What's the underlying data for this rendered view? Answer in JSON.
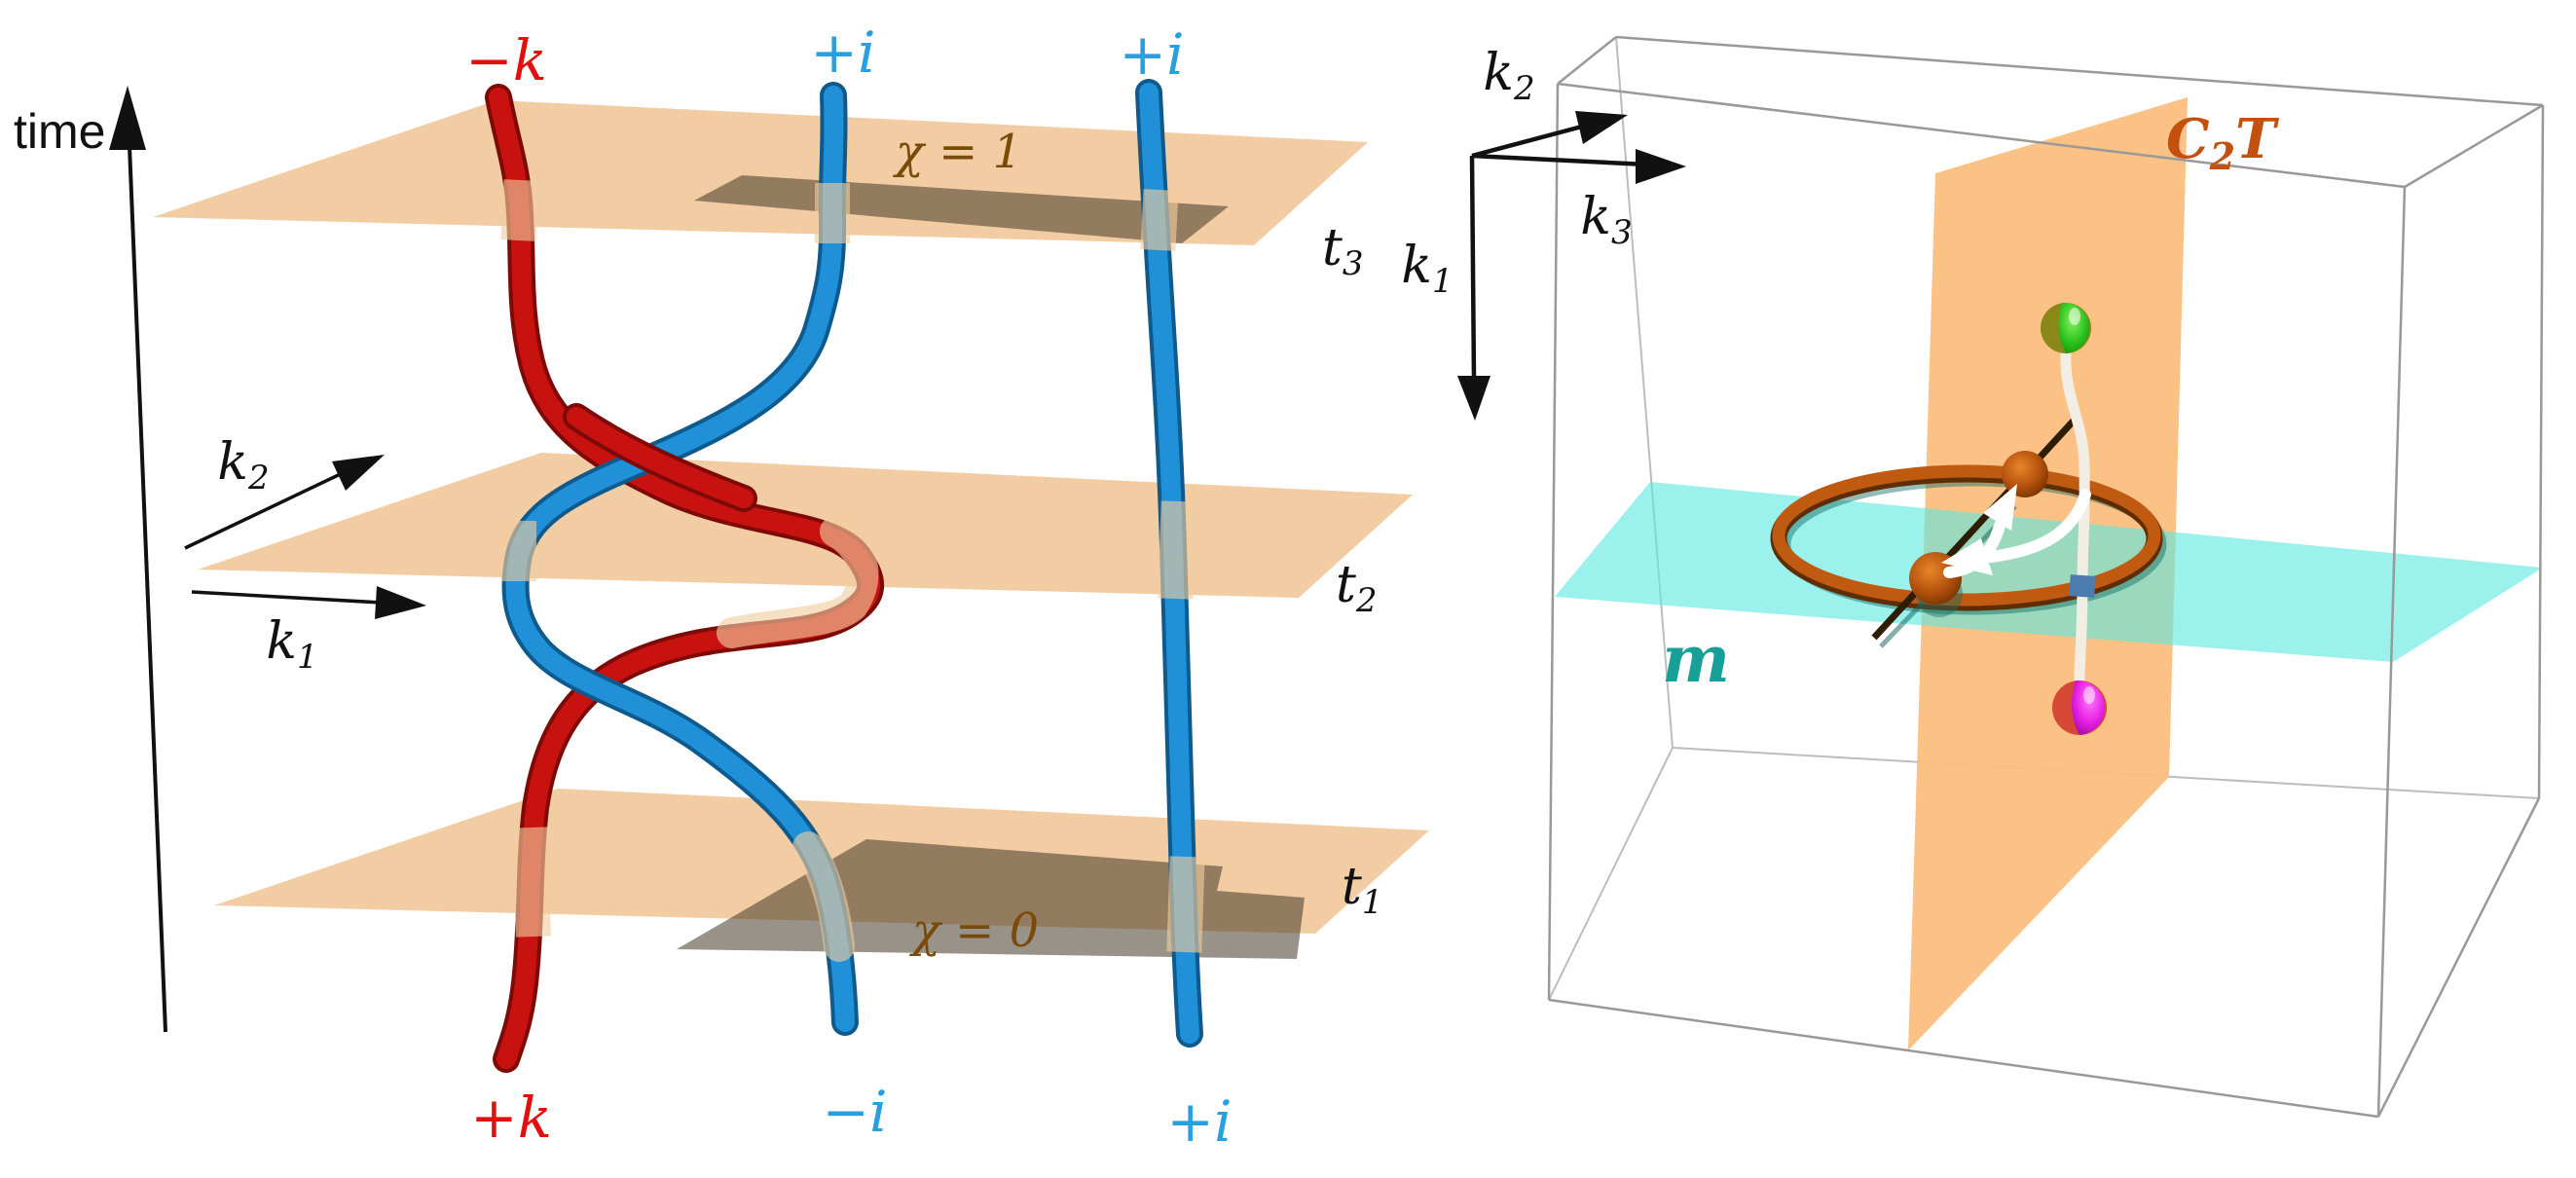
{
  "figure": {
    "description": "Two-panel physics figure: braiding of band nodes in (k1,k2,t) space and a 3D Brillouin-zone cube with nodal ring, C2T plane and mirror plane m"
  },
  "left_panel": {
    "time_axis": {
      "label": "time"
    },
    "axes": {
      "k1": {
        "base": "k",
        "sub": "1"
      },
      "k2": {
        "base": "k",
        "sub": "2"
      }
    },
    "time_slices": {
      "t3": {
        "base": "t",
        "sub": "3"
      },
      "t2": {
        "base": "t",
        "sub": "2"
      },
      "t1": {
        "base": "t",
        "sub": "1"
      }
    },
    "chi_labels": {
      "top": "χ = 1",
      "bottom": "χ = 0"
    },
    "strand_labels": {
      "red_top": "−k",
      "red_bottom": "+k",
      "middle_top": "+i",
      "middle_bottom": "−i",
      "right_top": "+i",
      "right_bottom": "+i"
    },
    "colors": {
      "plane": "#f2cda4",
      "dark_patch": "rgba(70,56,40,0.55)",
      "red_strand": "#c81210",
      "red_strand_dark": "#7e0a08",
      "blue_strand": "#2090d8",
      "blue_strand_dark": "#0e5a8c",
      "chi_text": "#7a4a08",
      "red_label": "#e01010",
      "blue_label": "#28a0e0"
    }
  },
  "right_panel": {
    "axes": {
      "k1": {
        "base": "k",
        "sub": "1"
      },
      "k2": {
        "base": "k",
        "sub": "2"
      },
      "k3": {
        "base": "k",
        "sub": "3"
      }
    },
    "labels": {
      "c2t": {
        "base": "C",
        "sub": "2",
        "suffix": "T"
      },
      "mirror": "m"
    },
    "colors": {
      "c2t_plane": "#fbbe7e",
      "mirror_plane": "#5ee8e0",
      "ring": "#bf5a10",
      "ring_dark": "#5f2d02",
      "c2t_text": "#c3500c",
      "mirror_text": "#18a098",
      "green_sphere": "#2bc31d",
      "green_sphere_olive": "#8a8818",
      "magenta_sphere": "#e41ee4",
      "magenta_sphere_red": "#d84836",
      "white_line": "#f3eee3",
      "cube_edge": "#999999"
    }
  }
}
